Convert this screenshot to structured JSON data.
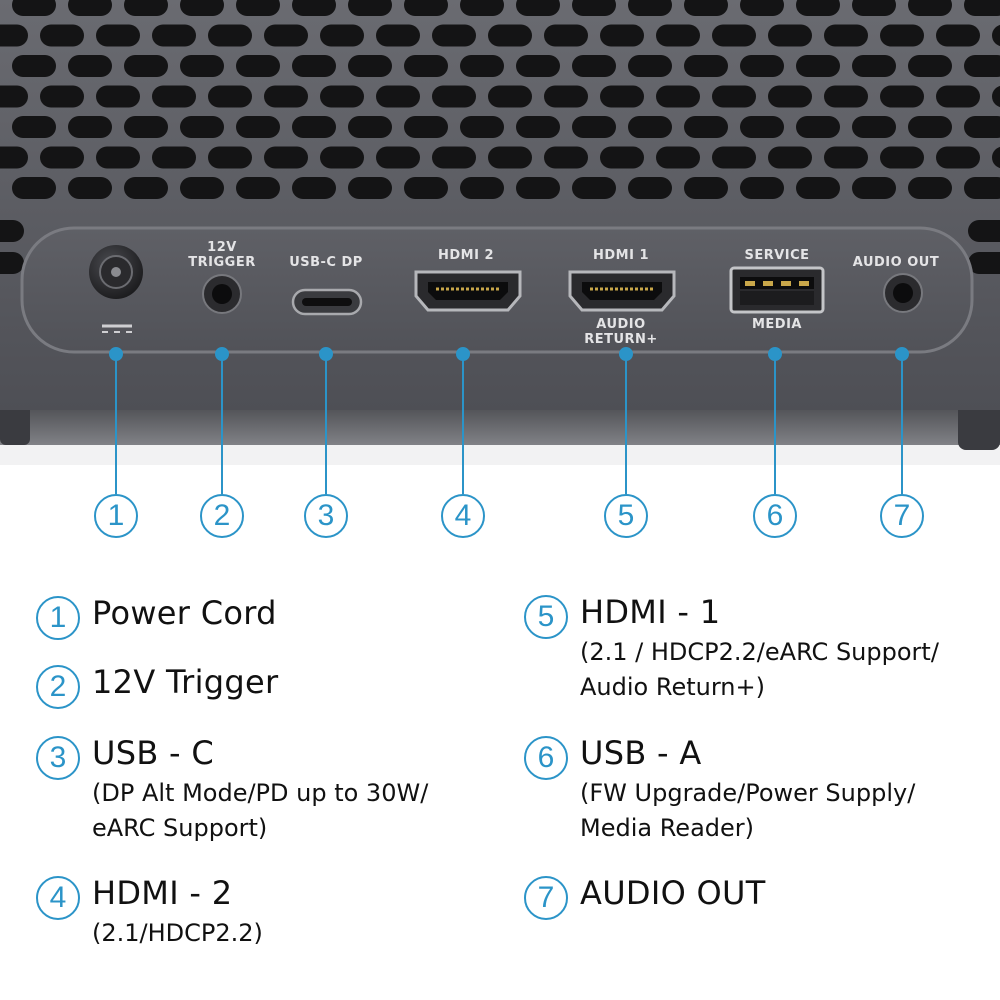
{
  "panel_labels": {
    "trigger_line1": "12V",
    "trigger_line2": "TRIGGER",
    "usbc": "USB-C DP",
    "hdmi2": "HDMI 2",
    "hdmi1": "HDMI 1",
    "audio_return_line1": "AUDIO",
    "audio_return_line2": "RETURN+",
    "service": "SERVICE",
    "media": "MEDIA",
    "audio_out": "AUDIO OUT"
  },
  "callout_numbers": [
    "1",
    "2",
    "3",
    "4",
    "5",
    "6",
    "7"
  ],
  "legend": [
    {
      "num": "1",
      "title": "Power Cord",
      "desc": ""
    },
    {
      "num": "2",
      "title": "12V Trigger",
      "desc": ""
    },
    {
      "num": "3",
      "title": "USB - C",
      "desc": "(DP Alt Mode/PD up to 30W/\neARC Support)"
    },
    {
      "num": "4",
      "title": "HDMI - 2",
      "desc": "(2.1/HDCP2.2)"
    },
    {
      "num": "5",
      "title": "HDMI - 1",
      "desc": "(2.1 / HDCP2.2/eARC Support/\nAudio Return+)"
    },
    {
      "num": "6",
      "title": "USB - A",
      "desc": "(FW Upgrade/Power Supply/\nMedia Reader)"
    },
    {
      "num": "7",
      "title": "AUDIO OUT",
      "desc": ""
    }
  ],
  "colors": {
    "accent": "#2b94c8",
    "panel": "#58585e",
    "body": "#5f6066",
    "grille_hole": "#141415"
  }
}
